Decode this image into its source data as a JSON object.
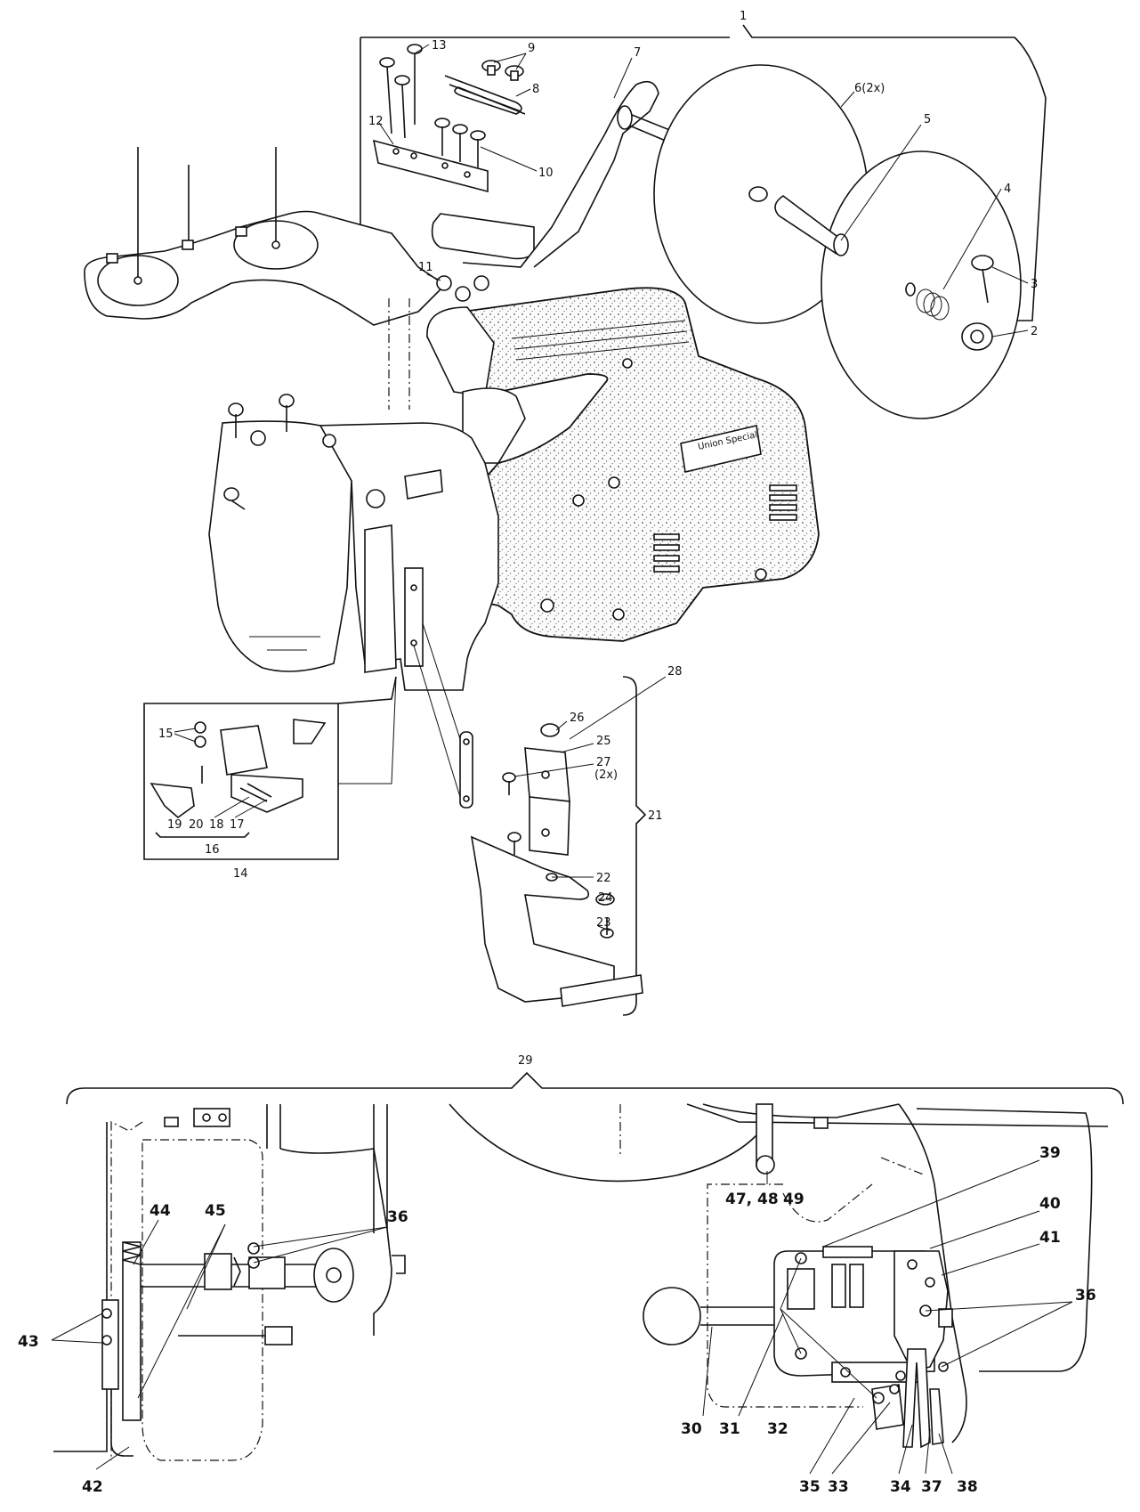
{
  "diagram": {
    "section_1_label": "1",
    "section_29_label": "29",
    "part_labels": {
      "p2": "2",
      "p3": "3",
      "p4": "4",
      "p5": "5",
      "p6": "6(2x)",
      "p7": "7",
      "p8": "8",
      "p9": "9",
      "p10": "10",
      "p11": "11",
      "p12": "12",
      "p13": "13",
      "p14": "14",
      "p15": "15",
      "p16": "16",
      "p17": "17",
      "p18": "18",
      "p19": "19",
      "p20": "20",
      "p21": "21",
      "p22": "22",
      "p23": "23",
      "p24": "24",
      "p25": "25",
      "p26": "26",
      "p27": "27",
      "p27b": "(2x)",
      "p28": "28"
    },
    "detail_labels": {
      "d30": "30",
      "d31": "31",
      "d32": "32",
      "d33": "33",
      "d34": "34",
      "d35": "35",
      "d36a": "36",
      "d36b": "36",
      "d37": "37",
      "d38": "38",
      "d39": "39",
      "d40": "40",
      "d41": "41",
      "d42": "42",
      "d43": "43",
      "d44": "44",
      "d45": "45",
      "d4748": "47, 48",
      "d49": "49"
    },
    "nameplate_text": "Union Special"
  }
}
